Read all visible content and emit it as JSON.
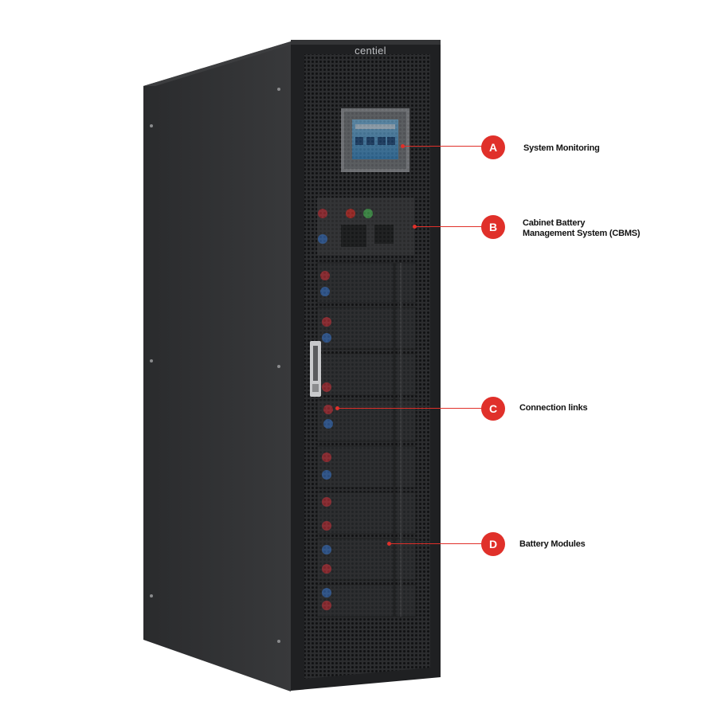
{
  "product": {
    "brand": "centiel"
  },
  "colors": {
    "accent": "#e0302a",
    "cabinet_body": "#2e2f31",
    "door_frame": "#1f2022",
    "label_text": "#111111"
  },
  "callouts": [
    {
      "letter": "A",
      "lines": [
        "System Monitoring"
      ]
    },
    {
      "letter": "B",
      "lines": [
        "Cabinet Battery",
        "Management System (CBMS)"
      ]
    },
    {
      "letter": "C",
      "lines": [
        "Connection links"
      ]
    },
    {
      "letter": "D",
      "lines": [
        "Battery Modules"
      ]
    }
  ]
}
